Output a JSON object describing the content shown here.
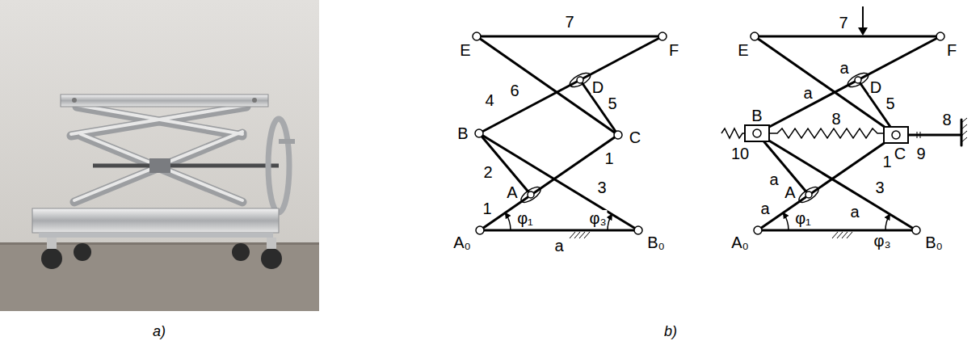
{
  "diagram": {
    "labels": [
      "a)",
      "b)",
      "E",
      "7",
      "F",
      "6",
      "D",
      "4",
      "5",
      "B",
      "C",
      "1",
      "2",
      "A",
      "3",
      "1",
      "φ₁",
      "φ₃",
      "A₀",
      "B₀",
      "a",
      "E",
      "7",
      "F",
      "a",
      "D",
      "a",
      "5",
      "B",
      "8",
      "C",
      "8",
      "10",
      "1",
      "9",
      "a",
      "A",
      "3",
      "a",
      "φ₁",
      "a",
      "φ₃",
      "A₀",
      "B₀"
    ]
  }
}
